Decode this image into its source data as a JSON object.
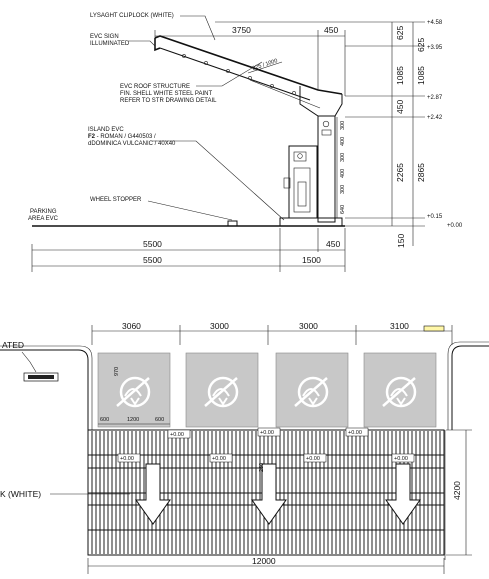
{
  "elevation": {
    "labels": {
      "cliplock": "LYSAGHT CLIPLOCK (WHITE)",
      "evc_sign_1": "EVC SIGN",
      "evc_sign_2": "ILLUMINATED",
      "roof_1": "EVC ROOF STRUCTURE",
      "roof_2": "FIN. SHELL WHITE STEEL PAINT",
      "roof_3": "REFER TO STR DRAWING DETAIL",
      "island_1": "ISLAND EVC",
      "island_2_bold": "F2",
      "island_2_rest": " - ROMAN / G440503 /",
      "island_3": "dDOMINICA VULCANIC / 40X40",
      "wheel_stopper": "WHEEL STOPPER",
      "parking_1": "PARKING",
      "parking_2": "AREA EVC",
      "slope": "225 / 1000"
    },
    "dims_top": {
      "d3750": "3750",
      "d450": "450"
    },
    "dims_right_inner": {
      "d625": "625",
      "d1085": "1085",
      "d450": "450",
      "d2265": "2265"
    },
    "dims_right_outer": {
      "d625": "625",
      "d1085": "1085",
      "d2865": "2865",
      "d150": "150"
    },
    "dims_column": {
      "d300a": "300",
      "d400a": "400",
      "d300b": "300",
      "d400b": "400",
      "d300c": "300",
      "d640": "640"
    },
    "levels": {
      "l458": "+4.58",
      "l395": "+3.95",
      "l287": "+2.87",
      "l242": "+2.42",
      "l015": "+0.15",
      "l000": "+0.00"
    },
    "dims_bottom_1": {
      "d5500": "5500",
      "d450": "450"
    },
    "dims_bottom_2": {
      "d5500": "5500",
      "d1500": "1500"
    }
  },
  "plan": {
    "dims_top": [
      "3060",
      "3000",
      "3000",
      "3100"
    ],
    "spot_levels": [
      "+0.00",
      "+0.00",
      "+0.00",
      "+0.00",
      "+0.00",
      "+0.00",
      "+0.00"
    ],
    "bay_dims": {
      "d600a": "600",
      "d1200": "1200",
      "d600b": "600",
      "d970": "970"
    },
    "dim_height": "4200",
    "dim_total": "12000",
    "label_left_top": "ATED",
    "label_left_mid": "K (WHITE)",
    "center_ref": "250"
  }
}
